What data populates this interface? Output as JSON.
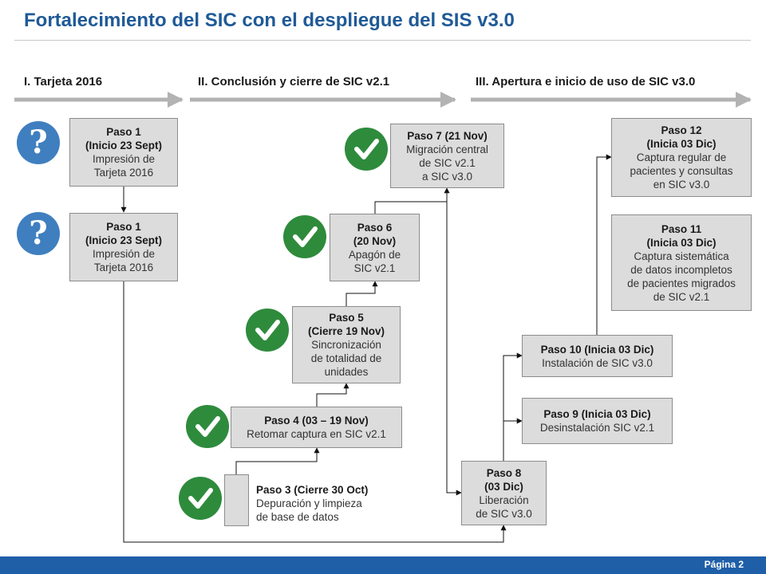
{
  "title": "Fortalecimiento del SIC con el despliegue del SIS v3.0",
  "phases": [
    {
      "label": "I. Tarjeta 2016"
    },
    {
      "label": "II. Conclusión y cierre de SIC v2.1"
    },
    {
      "label": "III. Apertura e inicio de uso de SIC v3.0"
    }
  ],
  "steps": {
    "s1a": {
      "head": "Paso 1",
      "sub": "(Inicio 23 Sept)",
      "body": [
        "Impresión de",
        "Tarjeta 2016"
      ],
      "status": "question"
    },
    "s1b": {
      "head": "Paso 1",
      "sub": "(Inicio 23 Sept)",
      "body": [
        "Impresión de",
        "Tarjeta 2016"
      ],
      "status": "question"
    },
    "s3": {
      "head": "Paso 3 (Cierre 30 Oct)",
      "body": [
        "Depuración y limpieza",
        "de base de datos"
      ],
      "status": "done"
    },
    "s4": {
      "head": "Paso 4 (03 – 19 Nov)",
      "body": [
        "Retomar captura en SIC v2.1"
      ],
      "status": "done"
    },
    "s5": {
      "head": "Paso 5",
      "sub": "(Cierre 19 Nov)",
      "body": [
        "Sincronización",
        "de totalidad de",
        "unidades"
      ],
      "status": "done"
    },
    "s6": {
      "head": "Paso 6",
      "sub": "(20 Nov)",
      "body": [
        "Apagón de",
        "SIC v2.1"
      ],
      "status": "done"
    },
    "s7": {
      "head": "Paso 7 (21 Nov)",
      "body": [
        "Migración central",
        "de SIC v2.1",
        "a SIC v3.0"
      ],
      "status": "done"
    },
    "s8": {
      "head": "Paso 8",
      "sub": "(03 Dic)",
      "body": [
        "Liberación",
        "de SIC v3.0"
      ]
    },
    "s9": {
      "head": "Paso 9 (Inicia 03 Dic)",
      "body": [
        "Desinstalación SIC v2.1"
      ]
    },
    "s10": {
      "head": "Paso 10 (Inicia 03 Dic)",
      "body": [
        "Instalación de SIC v3.0"
      ]
    },
    "s11": {
      "head": "Paso 11",
      "sub": "(Inicia 03 Dic)",
      "body": [
        "Captura sistemática",
        "de datos incompletos",
        "de pacientes migrados",
        "de SIC v2.1"
      ]
    },
    "s12": {
      "head": "Paso 12",
      "sub": "(Inicia 03 Dic)",
      "body": [
        "Captura regular de",
        "pacientes y consultas",
        "en SIC v3.0"
      ]
    }
  },
  "icons": {
    "question": "question-mark-icon",
    "done": "checkmark-icon"
  },
  "colors": {
    "title": "#1f5a97",
    "question": "#3f7fbf",
    "done": "#2e8b3c",
    "box": "#dcdcdc",
    "footer": "#1f5fa8"
  },
  "footer": {
    "page": "Página 2"
  }
}
